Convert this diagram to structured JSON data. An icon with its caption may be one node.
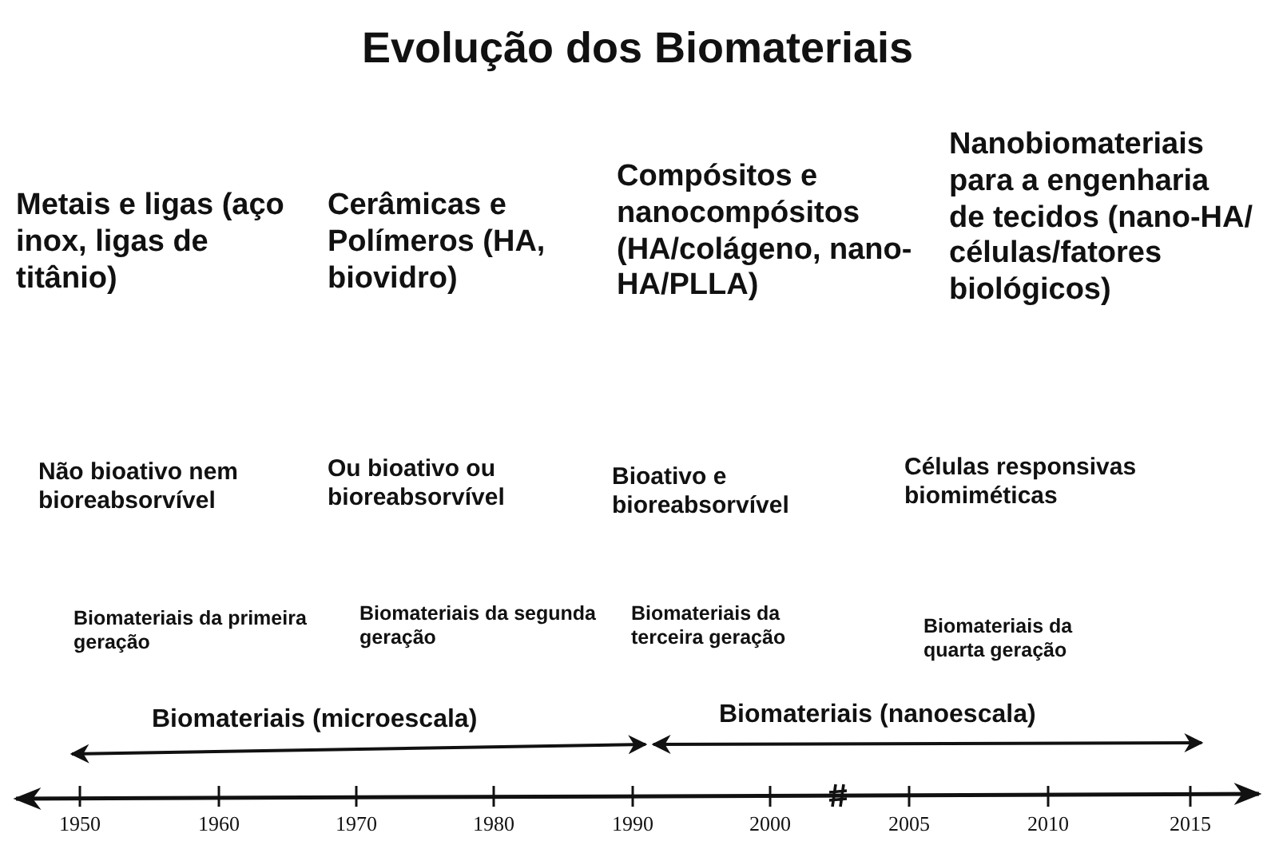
{
  "diagram": {
    "title": "Evolução dos Biomateriais",
    "labels": [
      "Metais e ligas (aço inox, ligas de titânio)",
      "Cerâmicas e Polímeros (HA, biovidro)",
      "Compósitos e nanocompósitos (HA/colágeno, nano-HA/PLLA)",
      "Nanobiomateriais para a engenharia de tecidos (nano-HA/ células/fatores biológicos)",
      "Não bioativo nem bioreabsorvível",
      "Ou bioativo ou bioreabsorvível",
      "Bioativo e bioreabsorvível",
      "Células responsivas biomiméticas",
      "Biomateriais da primeira geração",
      "Biomateriais da segunda geração",
      "Biomateriais da terceira geração",
      "Biomateriais da quarta geração",
      "Biomateriais (microescala)",
      "Biomateriais (nanoescala)",
      "1950",
      "1960",
      "1970",
      "1980",
      "1990",
      "2000",
      "2005",
      "2010",
      "2015"
    ]
  }
}
